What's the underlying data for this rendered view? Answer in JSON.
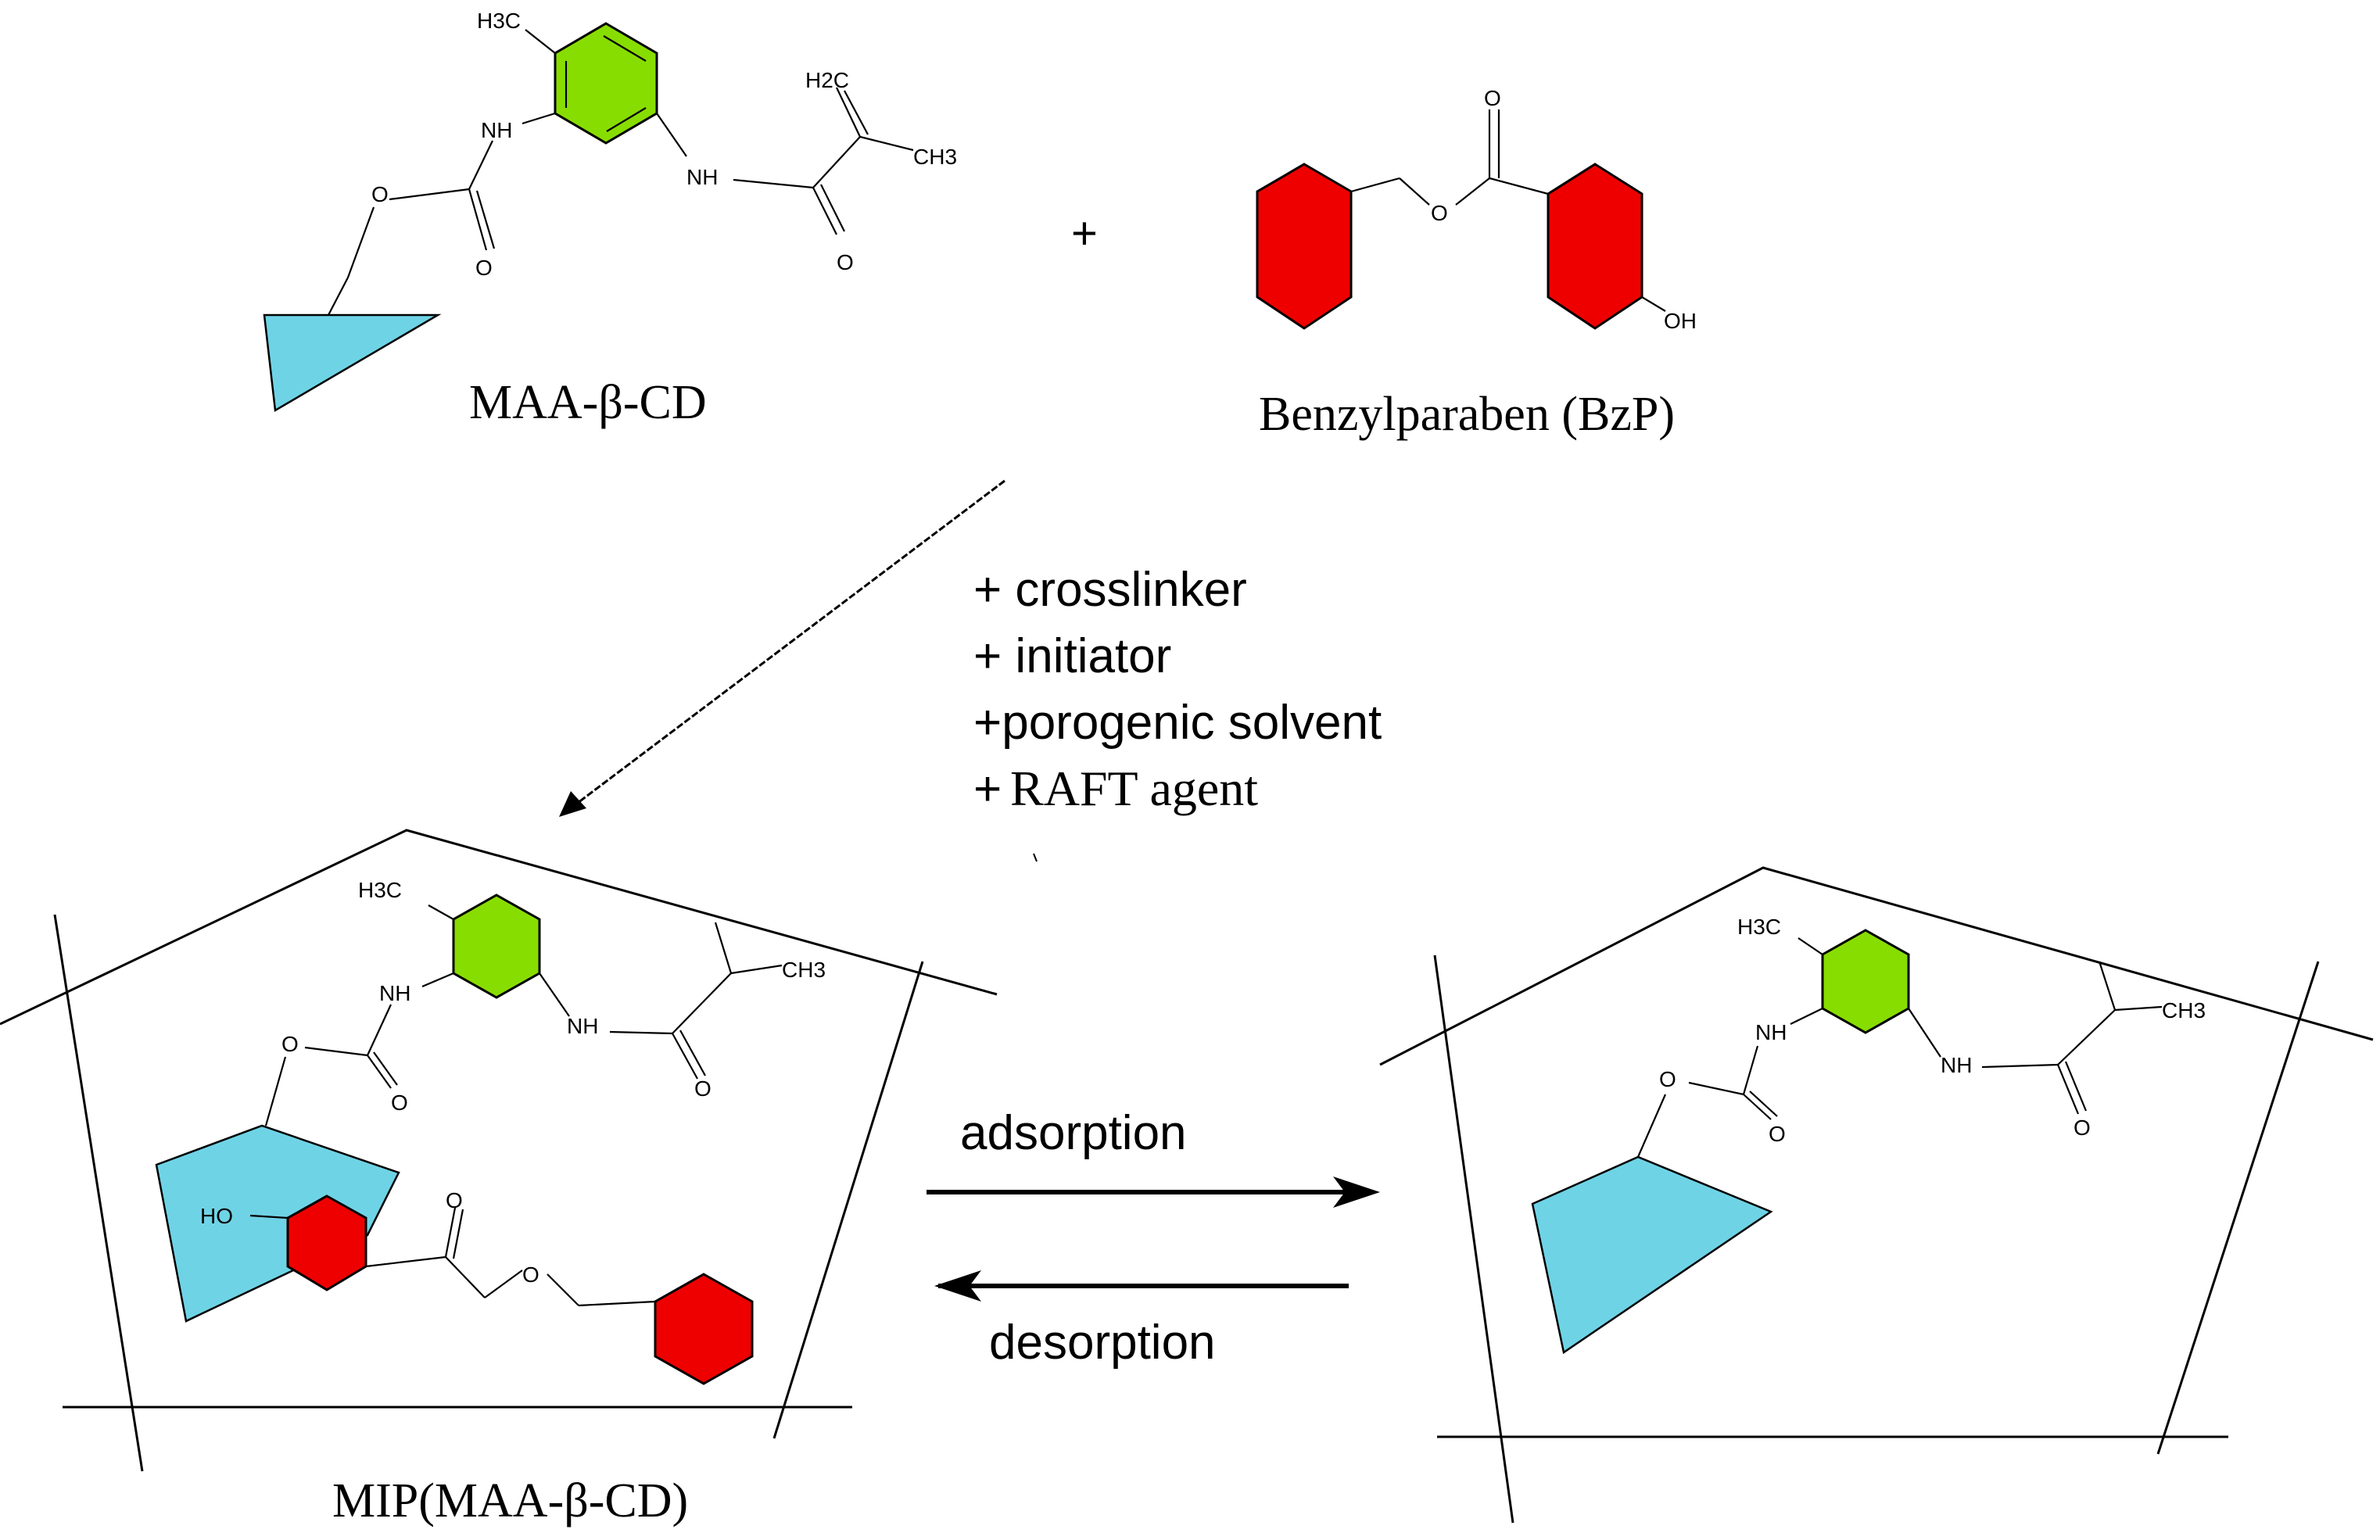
{
  "colors": {
    "cyclodextrin": "#6fd3e6",
    "tolyl_ring": "#88dd00",
    "benzyl_ring": "#ee0000",
    "ink": "#000000"
  },
  "plus_sign": "+",
  "top": {
    "monomer": {
      "h3c": "H3C",
      "nh_left": "NH",
      "nh_right": "NH",
      "o_ester": "O",
      "o_carbonyl": "O",
      "o_amide": "O",
      "h2c": "H2C",
      "ch3": "CH3",
      "label": "MAA-β-CD"
    },
    "template": {
      "o_top": "O",
      "o_ester": "O",
      "oh": "OH",
      "label": "Benzylparaben (BzP)"
    }
  },
  "reagents": {
    "line1": "+ crosslinker",
    "line2": "+ initiator",
    "line3": "+porogenic solvent",
    "line4_plus": "+",
    "line4_text": "RAFT agent"
  },
  "bottom_left": {
    "h3c": "H3C",
    "nh_left": "NH",
    "nh_right": "NH",
    "ch3": "CH3",
    "o_ester": "O",
    "o_carbonyl": "O",
    "o_amide": "O",
    "ho": "HO",
    "o_keto": "O",
    "o_ether": "O",
    "label": "MIP(MAA-β-CD)"
  },
  "bottom_right": {
    "h3c": "H3C",
    "nh_left": "NH",
    "nh_right": "NH",
    "ch3": "CH3",
    "o_ester": "O",
    "o_carbonyl": "O",
    "o_amide": "O"
  },
  "equilibrium": {
    "forward": "adsorption",
    "reverse": "desorption"
  }
}
